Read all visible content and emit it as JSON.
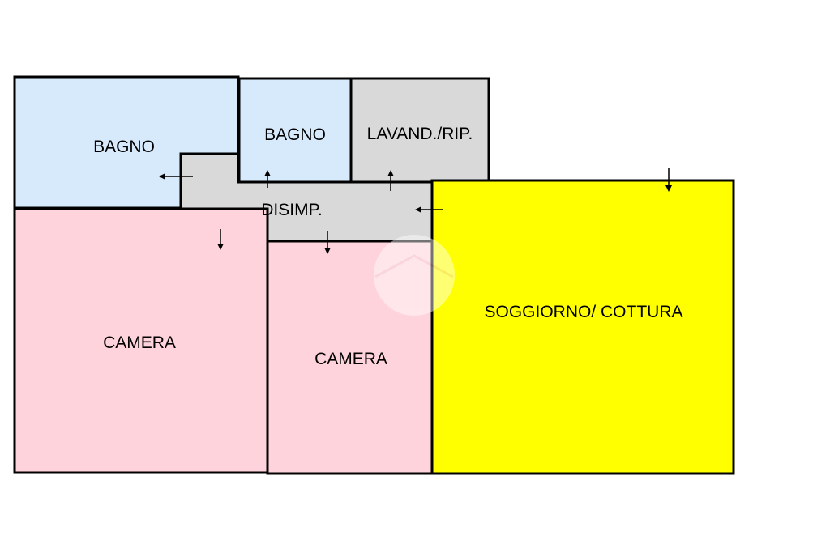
{
  "plan": {
    "rooms": [
      {
        "id": "bagno-1",
        "label": "BAGNO",
        "color": "#d6eafc"
      },
      {
        "id": "bagno-2",
        "label": "BAGNO",
        "color": "#d6eafc"
      },
      {
        "id": "lavanderia",
        "label": "LAVAND./RIP.",
        "color": "#d9d9d9"
      },
      {
        "id": "disimpegno",
        "label": "DISIMP.",
        "color": "#d9d9d9"
      },
      {
        "id": "camera-1",
        "label": "CAMERA",
        "color": "#ffd3dc"
      },
      {
        "id": "camera-2",
        "label": "CAMERA",
        "color": "#ffd3dc"
      },
      {
        "id": "soggiorno",
        "label": "SOGGIORNO/ COTTURA",
        "color": "#ffff00"
      }
    ],
    "door_arrows": [
      {
        "id": "door-bagno-1",
        "direction": "left"
      },
      {
        "id": "door-bagno-2",
        "direction": "up"
      },
      {
        "id": "door-lavanderia",
        "direction": "up"
      },
      {
        "id": "door-soggiorno-from-disimp",
        "direction": "left"
      },
      {
        "id": "door-camera-1",
        "direction": "down"
      },
      {
        "id": "door-camera-2",
        "direction": "down"
      },
      {
        "id": "door-entrance-soggiorno",
        "direction": "down"
      }
    ],
    "watermark": "house-logo-watermark"
  }
}
